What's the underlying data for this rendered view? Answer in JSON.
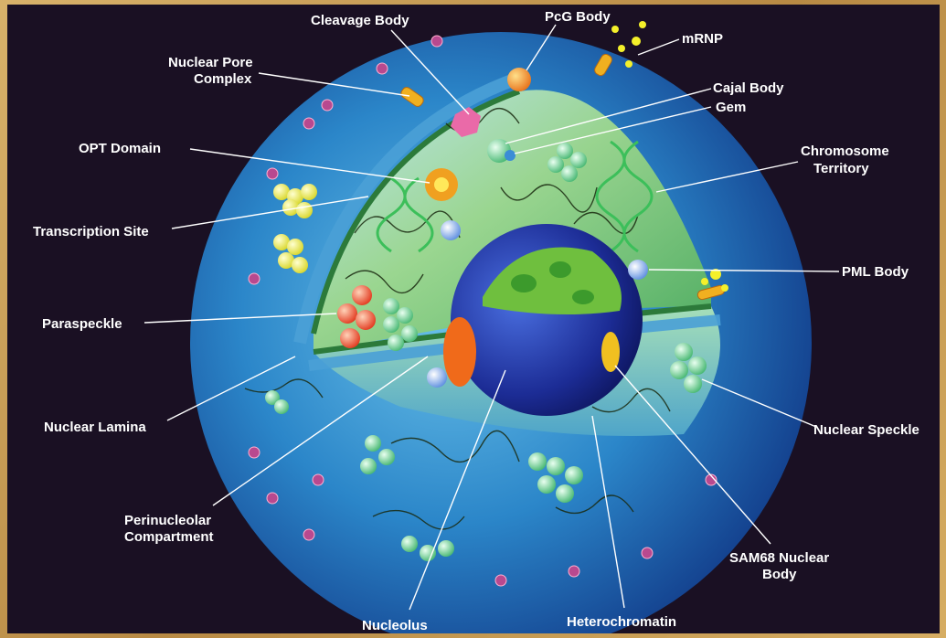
{
  "labels": {
    "cleavage_body": "Cleavage Body",
    "pcg_body": "PcG Body",
    "mrnp": "mRNP",
    "nuclear_pore_complex_1": "Nuclear Pore",
    "nuclear_pore_complex_2": "Complex",
    "cajal_body": "Cajal Body",
    "gem": "Gem",
    "opt_domain": "OPT Domain",
    "chromosome_territory_1": "Chromosome",
    "chromosome_territory_2": "Territory",
    "transcription_site": "Transcription Site",
    "pml_body": "PML Body",
    "paraspeckle": "Paraspeckle",
    "nuclear_lamina": "Nuclear Lamina",
    "nuclear_speckle": "Nuclear Speckle",
    "perinucleolar_compartment_1": "Perinucleolar",
    "perinucleolar_compartment_2": "Compartment",
    "sam68_nuclear_body_1": "SAM68 Nuclear",
    "sam68_nuclear_body_2": "Body",
    "nucleolus": "Nucleolus",
    "heterochromatin": "Heterochromatin"
  },
  "colors": {
    "background": "#1a1023",
    "frame": "#c9a05a",
    "nucleus_outer": "#2f7fc4",
    "nucleoplasm": "#8fd07a",
    "nucleolus": "#1d2f9a",
    "speckle_green": "#9be3a0"
  }
}
